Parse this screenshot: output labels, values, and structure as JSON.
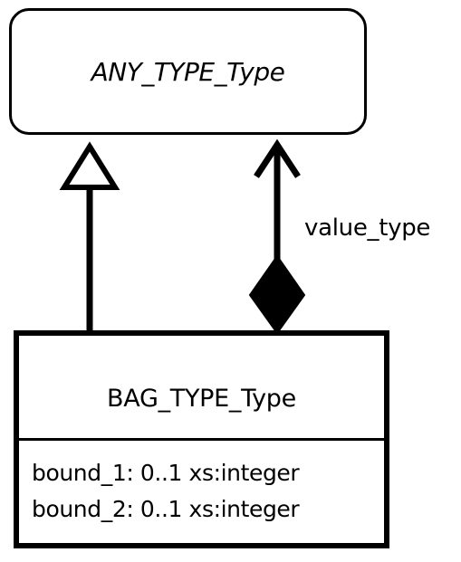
{
  "classes": {
    "parent": {
      "name": "ANY_TYPE_Type",
      "abstract": true
    },
    "child": {
      "name": "BAG_TYPE_Type",
      "attributes": [
        {
          "text": "bound_1: 0..1 xs:integer"
        },
        {
          "text": "bound_2: 0..1 xs:integer"
        }
      ]
    }
  },
  "relationships": {
    "generalization": {
      "from": "BAG_TYPE_Type",
      "to": "ANY_TYPE_Type",
      "arrow": "hollow-triangle"
    },
    "composition": {
      "from": "BAG_TYPE_Type",
      "to": "ANY_TYPE_Type",
      "role": "value_type",
      "source_end": "filled-diamond",
      "target_end": "open-arrow"
    }
  },
  "colors": {
    "stroke": "#000000",
    "background": "#ffffff"
  }
}
